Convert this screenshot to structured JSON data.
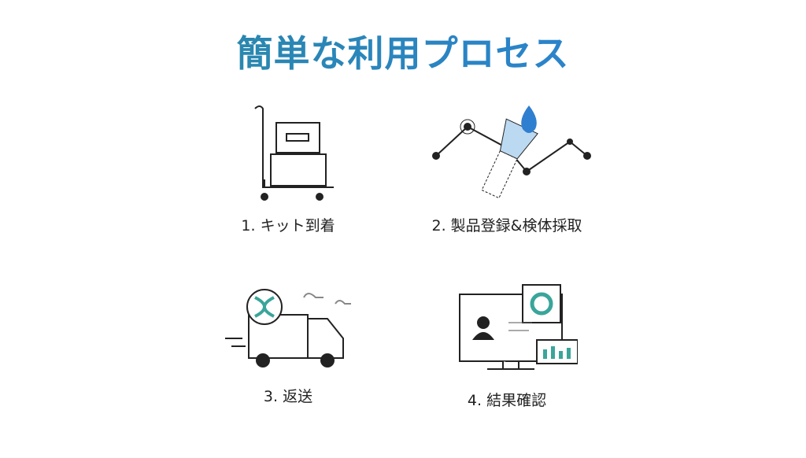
{
  "title": "簡単な利用プロセス",
  "colors": {
    "title_start": "#2b8a98",
    "title_end": "#2f86d8",
    "accent_blue": "#3f8fd8",
    "teal": "#3aa59a"
  },
  "steps": [
    {
      "label": "1. キット到着",
      "icon": "cart-with-kit-icon"
    },
    {
      "label": "2. 製品登録&検体採取",
      "icon": "sample-tube-icon"
    },
    {
      "label": "3. 返送",
      "icon": "delivery-truck-icon"
    },
    {
      "label": "4. 結果確認",
      "icon": "monitor-results-icon"
    }
  ]
}
